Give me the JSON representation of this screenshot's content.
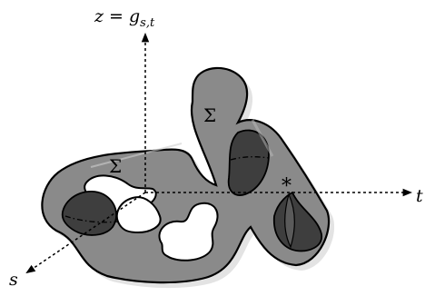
{
  "figure": {
    "axis_z_label": "z = g",
    "axis_z_subscript": "s,t",
    "axis_t_label": "t",
    "axis_s_label": "s",
    "surface_label_1": "Σ",
    "surface_label_2": "Σ",
    "marker": "*"
  },
  "colors": {
    "surface": "#8a8a8a",
    "surface_dark": "#3e3e3e",
    "outline": "#000000",
    "background": "#ffffff"
  }
}
